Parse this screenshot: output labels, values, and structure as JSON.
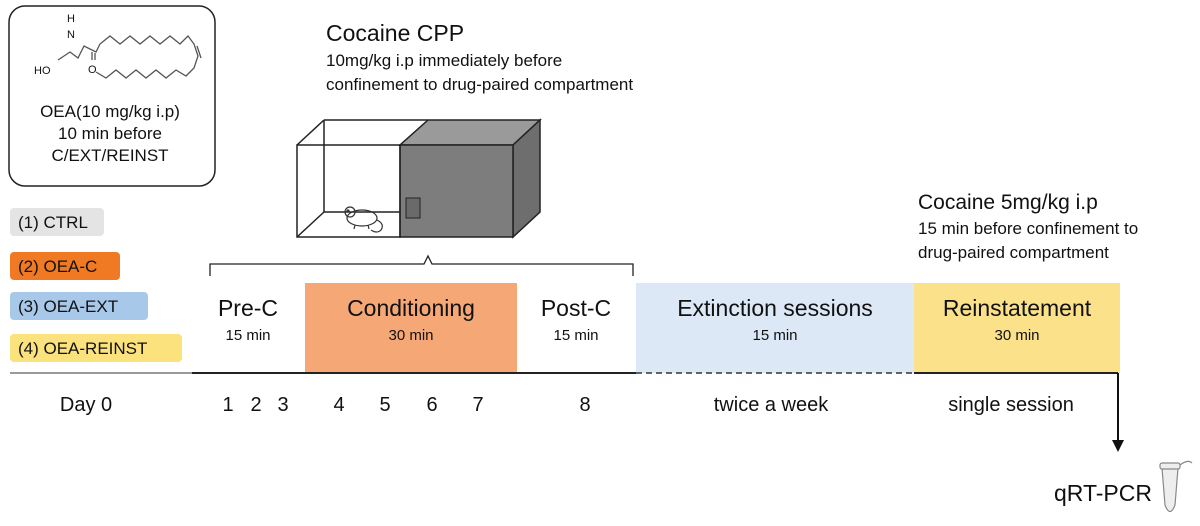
{
  "compound": {
    "lines": [
      "OEA(10 mg/kg i.p)",
      "10 min before",
      "C/EXT/REINST"
    ],
    "atoms": {
      "n": "N",
      "h": "H",
      "o": "O",
      "ho": "HO"
    }
  },
  "groups": [
    {
      "label": "(1) CTRL",
      "color": "#e4e4e4"
    },
    {
      "label": "(2) OEA-C",
      "color": "#f07a24"
    },
    {
      "label": "(3) OEA-EXT",
      "color": "#a8c8ea"
    },
    {
      "label": "(4) OEA-REINST",
      "color": "#fbe27c"
    }
  ],
  "cpp": {
    "title": "Cocaine CPP",
    "lines": [
      "10mg/kg i.p immediately before",
      "confinement to drug-paired compartment"
    ]
  },
  "reinstatement_note": {
    "title": "Cocaine 5mg/kg i.p",
    "lines": [
      "15 min before confinement to",
      "drug-paired compartment"
    ]
  },
  "phases": [
    {
      "name": "Pre-C",
      "duration": "15 min",
      "color": "#ffffff"
    },
    {
      "name": "Conditioning",
      "duration": "30 min",
      "color": "#f6a776"
    },
    {
      "name": "Post-C",
      "duration": "15 min",
      "color": "#ffffff"
    },
    {
      "name": "Extinction sessions",
      "duration": "15 min",
      "color": "#dce8f6"
    },
    {
      "name": "Reinstatement",
      "duration": "30 min",
      "color": "#fbe28a"
    }
  ],
  "timeline": {
    "day0": "Day 0",
    "days": [
      "1",
      "2",
      "3",
      "4",
      "5",
      "6",
      "7",
      "8"
    ],
    "extinction_freq": "twice a week",
    "reinstatement_freq": "single session"
  },
  "endpoint": "qRT-PCR"
}
